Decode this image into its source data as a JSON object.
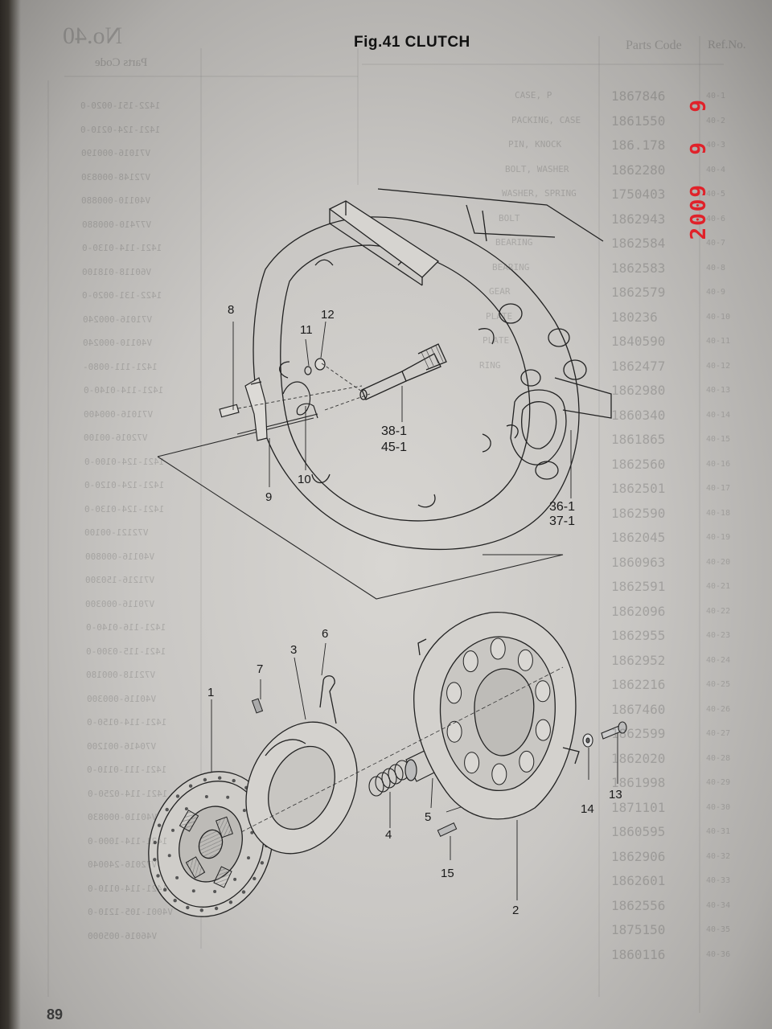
{
  "figure": {
    "title": "Fig.41 CLUTCH"
  },
  "page_number": "89",
  "date_stamp": "2009  9  9",
  "ghost_header": {
    "no": "No.40",
    "ref_no": "Ref.No.",
    "parts_code": "Parts Code",
    "parts_code_left": "Parts Code"
  },
  "ghost_right_codes": [
    "1867846",
    "1861550",
    "186.178",
    "1862280",
    "1750403",
    "1862943",
    "1862584",
    "1862583",
    "1862579",
    "180236",
    "1840590",
    "1862477",
    "1862980",
    "1860340",
    "1861865",
    "1862560",
    "1862501",
    "1862590",
    "1862045",
    "1860963",
    "1862591",
    "1862096",
    "1862955",
    "1862952",
    "1862216",
    "1867460",
    "1862599",
    "1862020",
    "1861998",
    "1871101",
    "1860595",
    "1862906",
    "1862601",
    "1862556",
    "1875150",
    "1860116"
  ],
  "ghost_right_refs": [
    "40-1",
    "40-2",
    "40-3",
    "40-4",
    "40-5",
    "40-6",
    "40-7",
    "40-8",
    "40-9",
    "40-10",
    "40-11",
    "40-12",
    "40-13",
    "40-14",
    "40-15",
    "40-16",
    "40-17",
    "40-18",
    "40-19",
    "40-20",
    "40-21",
    "40-22",
    "40-23",
    "40-24",
    "40-25",
    "40-26",
    "40-27",
    "40-28",
    "40-29",
    "40-30",
    "40-31",
    "40-32",
    "40-33",
    "40-34",
    "40-35",
    "40-36"
  ],
  "ghost_right_names": [
    "CASE, P",
    "PACKING, CASE",
    "PIN, KNOCK",
    "BOLT, WASHER",
    "WASHER, SPRING",
    "BOLT",
    "BEARING",
    "BEARING",
    "GEAR",
    "PLATE",
    "PLATE",
    "RING",
    "",
    "",
    "",
    "",
    "",
    "",
    "",
    "",
    "",
    "",
    "",
    "",
    "",
    "",
    "",
    "",
    "",
    "",
    "",
    "",
    "",
    "",
    "",
    ""
  ],
  "ghost_left_codes": [
    "1422-151-0020-0",
    "1421-124-0210-0",
    "V71016-000190",
    "V72148-000830",
    "V40110-000880",
    "V77410-000880",
    "1421-114-0130-0",
    "V60118-018100",
    "1422-131-0020-0",
    "V71016-000240",
    "V40110-000240",
    "1421-111-0080-",
    "1421-114-0140-0",
    "V71016-000400",
    "V72016-00100",
    "1421-124-0100-0",
    "1421-124-0120-0",
    "1421-124-0130-0",
    "V72121-00100",
    "V40116-000800",
    "V71216-150300",
    "V70116-000300",
    "1421-116-0140-0",
    "1421-115-0300-0",
    "V72118-000180",
    "V40116-000300",
    "1421-114-0150-0",
    "V70416-001200",
    "1421-111-0110-0",
    "1421-114-0250-0",
    "V40110-000830",
    "1421-114-1000-0",
    "V72016-240040",
    "1421-114-0110-0",
    "V4001-105-1210-0",
    "V46016-005000"
  ],
  "callouts": {
    "c1": "1",
    "c2": "2",
    "c3": "3",
    "c4": "4",
    "c5": "5",
    "c6": "6",
    "c7": "7",
    "c8": "8",
    "c9": "9",
    "c10": "10",
    "c11": "11",
    "c12": "12",
    "c13": "13",
    "c14": "14",
    "c15": "15",
    "c38": "38-1",
    "c45": "45-1",
    "c36": "36-1",
    "c37": "37-1"
  }
}
